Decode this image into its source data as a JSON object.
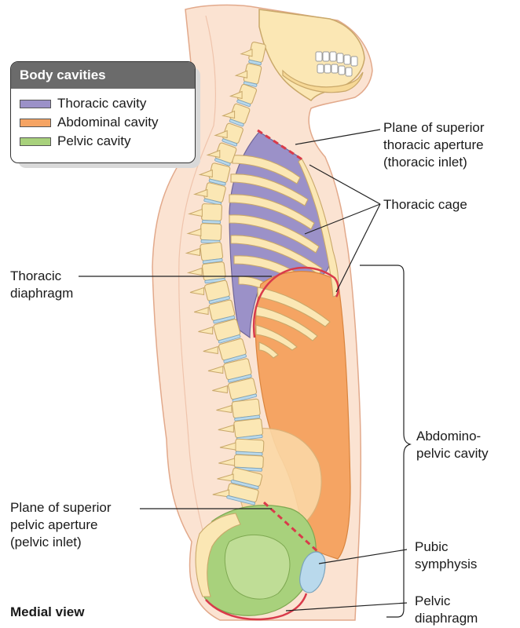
{
  "legend": {
    "title": "Body cavities",
    "items": [
      {
        "label": "Thoracic cavity",
        "color": "#9b91c8"
      },
      {
        "label": "Abdominal cavity",
        "color": "#f5a463"
      },
      {
        "label": "Pelvic cavity",
        "color": "#a8d17c"
      }
    ]
  },
  "labels": {
    "superior_thoracic_aperture": [
      "Plane of superior",
      "thoracic aperture",
      "(thoracic inlet)"
    ],
    "thoracic_cage": [
      "Thoracic cage"
    ],
    "thoracic_diaphragm": [
      "Thoracic",
      "diaphragm"
    ],
    "abdominopelvic_cavity": [
      "Abdomino-",
      "pelvic cavity"
    ],
    "superior_pelvic_aperture": [
      "Plane of superior",
      "pelvic aperture",
      "(pelvic inlet)"
    ],
    "pubic_symphysis": [
      "Pubic",
      "symphysis"
    ],
    "pelvic_diaphragm": [
      "Pelvic",
      "diaphragm"
    ]
  },
  "view_caption": "Medial view",
  "colors": {
    "skin": "#fbe3d2",
    "skin_outline": "#e2a98b",
    "bone": "#fbe7b4",
    "bone_outline": "#c9a86a",
    "disc": "#b9d9ec",
    "thoracic": "#9b91c8",
    "abdominal": "#f5a463",
    "pelvic": "#a8d17c",
    "diaphragm": "#d93a4a"
  }
}
